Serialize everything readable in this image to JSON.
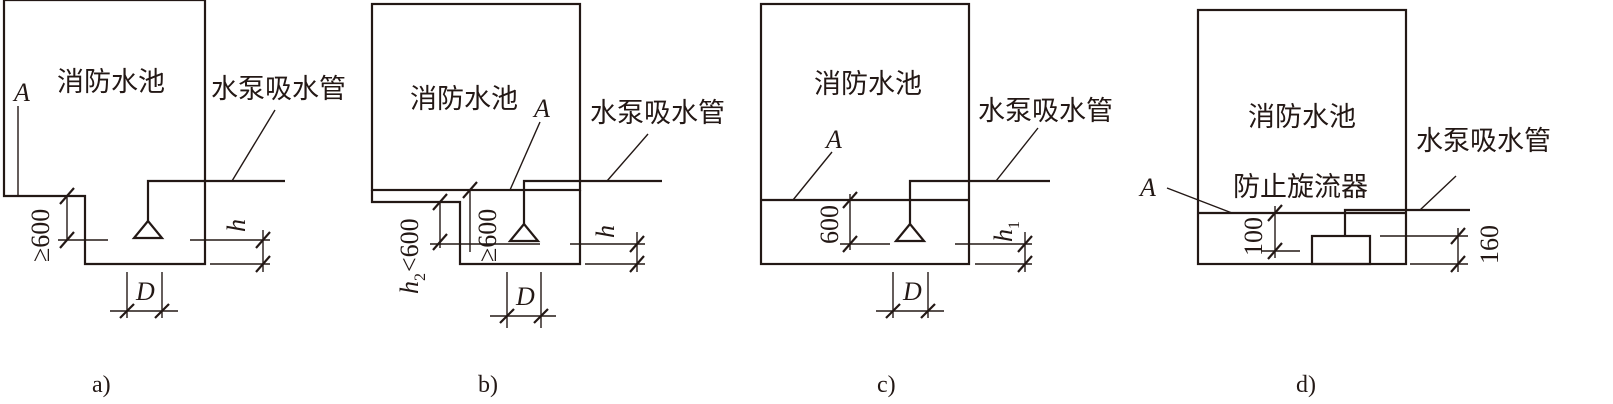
{
  "panel_a": {
    "pool_label": "消防水池",
    "pipe_label": "水泵吸水管",
    "point_label": "A",
    "dim_depth": "≥600",
    "dim_h": "h",
    "dim_D": "D",
    "caption": "a)"
  },
  "panel_b": {
    "pool_label": "消防水池",
    "pipe_label": "水泵吸水管",
    "point_label": "A",
    "dim_h2_letter": "h",
    "dim_h2_sub": "2",
    "dim_h2_rest": "<600",
    "dim_depth": "≥600",
    "dim_h": "h",
    "dim_D": "D",
    "caption": "b)"
  },
  "panel_c": {
    "pool_label": "消防水池",
    "pipe_label": "水泵吸水管",
    "point_label": "A",
    "dim_depth": "600",
    "dim_h1_letter": "h",
    "dim_h1_sub": "1",
    "dim_D": "D",
    "caption": "c)"
  },
  "panel_d": {
    "pool_label": "消防水池",
    "pipe_label": "水泵吸水管",
    "device_label": "防止旋流器",
    "point_label": "A",
    "dim_left": "100",
    "dim_right": "160",
    "caption": "d)"
  }
}
